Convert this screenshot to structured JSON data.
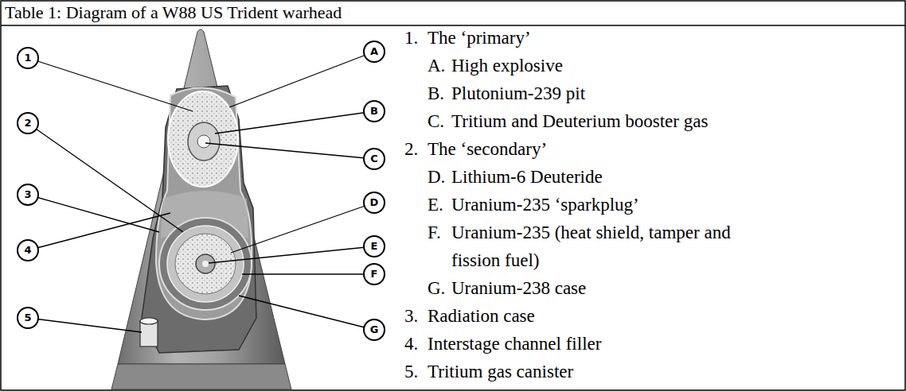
{
  "diagram": {
    "title": "Table 1: Diagram of a W88 US Trident warhead",
    "nodes": [
      {
        "text": [
          "1"
        ]
      },
      {
        "text": [
          "2"
        ]
      },
      {
        "text": [
          "3"
        ]
      },
      {
        "text": [
          "4"
        ]
      },
      {
        "text": [
          "5"
        ]
      },
      {
        "text": [
          "A"
        ]
      },
      {
        "text": [
          "B"
        ]
      },
      {
        "text": [
          "C"
        ]
      },
      {
        "text": [
          "D"
        ]
      },
      {
        "text": [
          "E"
        ]
      },
      {
        "text": [
          "F"
        ]
      },
      {
        "text": [
          "G"
        ]
      }
    ],
    "labels": [
      "1.",
      "The ‘primary’",
      "A.",
      "High explosive",
      "B.",
      "Plutonium-239 pit",
      "C.",
      "Tritium and Deuterium booster gas",
      "2.",
      "The ‘secondary’",
      "D.",
      "Lithium-6 Deuteride",
      "E.",
      "Uranium-235 ‘sparkplug’",
      "F.",
      "Uranium-235 (heat shield, tamper and fission fuel)",
      "G.",
      "Uranium-238 case",
      "3.",
      "Radiation case",
      "4.",
      "Interstage channel filler",
      "5.",
      "Tritium gas canister"
    ]
  }
}
